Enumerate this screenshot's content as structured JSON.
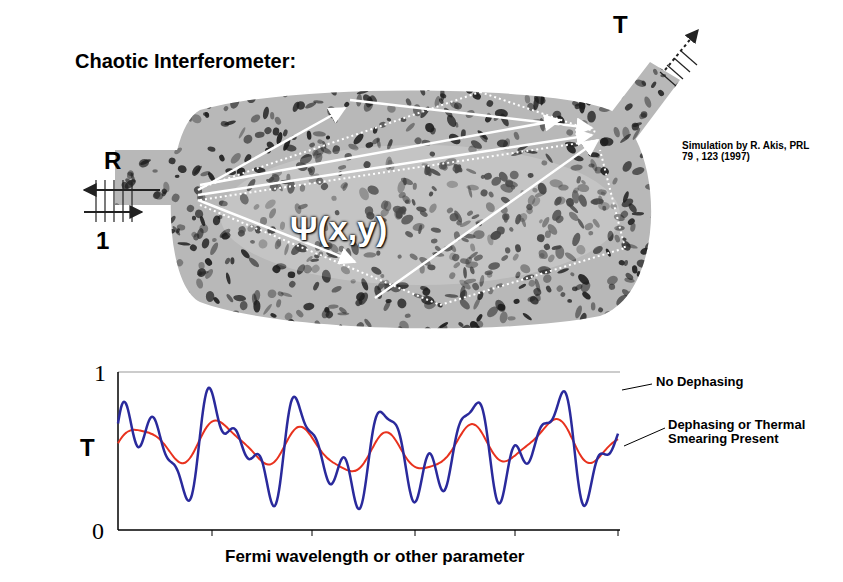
{
  "diagram": {
    "labels": [
      "Chaotic Interferometer:",
      "T",
      "R",
      "1",
      "Ψ(x,y)",
      "Simulation by R. Akis, PRL 79 , 123 (1997)",
      "1",
      "T",
      "0",
      "Fermi wavelength or other parameter"
    ],
    "legend": [
      {
        "text": "No Dephasing"
      },
      {
        "text": "Dephasing or Thermal Smearing Present"
      }
    ]
  }
}
